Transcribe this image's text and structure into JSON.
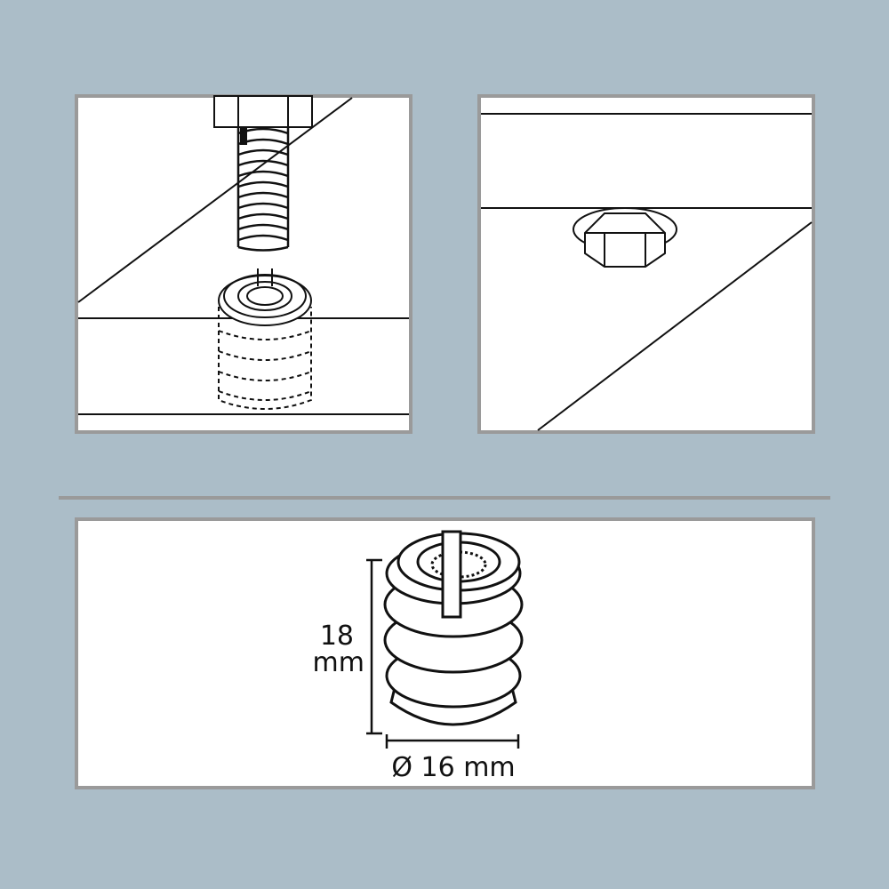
{
  "dimensions": {
    "height_value": "18",
    "height_unit": "mm",
    "diameter_label": "Ø 16 mm"
  },
  "colors": {
    "background": "#abbdc8",
    "panel": "#ffffff",
    "panel_border": "#9a9a9a",
    "line": "#111111"
  }
}
